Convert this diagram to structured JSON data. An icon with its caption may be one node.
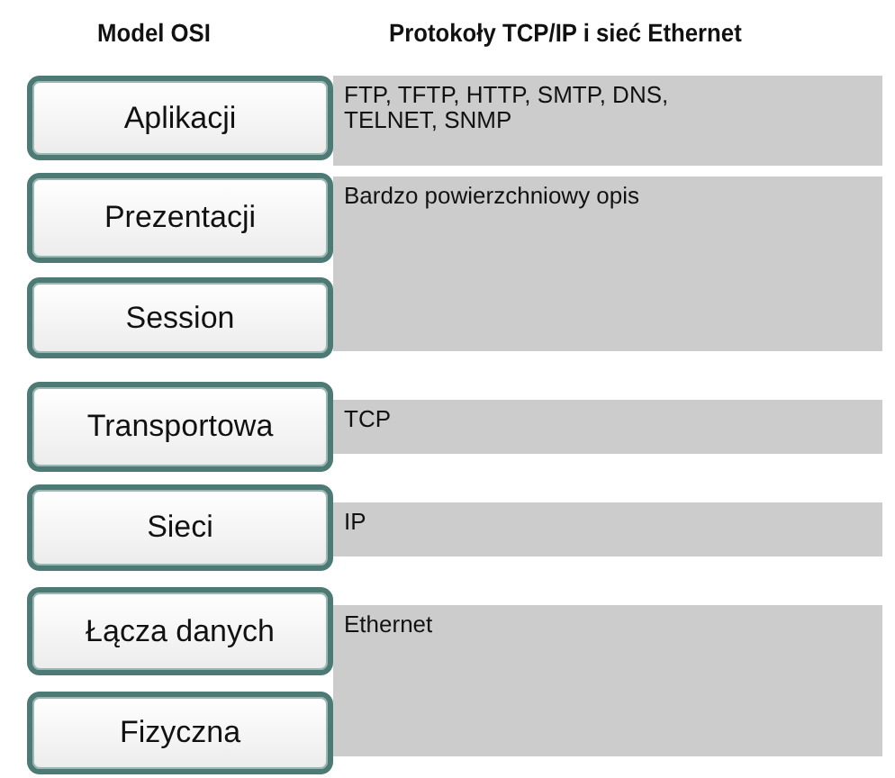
{
  "diagram": {
    "labels": [
      "Model OSI",
      "Protokoły TCP/IP i sieć Ethernet"
    ],
    "nodes": [
      {
        "text": [
          "Aplikacji"
        ]
      },
      {
        "text": [
          "FTP, TFTP, HTTP, SMTP, DNS, TELNET, SNMP"
        ]
      },
      {
        "text": [
          "Prezentacji"
        ]
      },
      {
        "text": [
          "Bardzo powierzchniowy opis"
        ]
      },
      {
        "text": [
          "Session"
        ]
      },
      {
        "text": [
          "Transportowa"
        ]
      },
      {
        "text": [
          "TCP"
        ]
      },
      {
        "text": [
          "Sieci"
        ]
      },
      {
        "text": [
          "IP"
        ]
      },
      {
        "text": [
          "Łącza danych"
        ]
      },
      {
        "text": [
          "Ethernet"
        ]
      },
      {
        "text": [
          "Fizyczna"
        ]
      }
    ]
  }
}
